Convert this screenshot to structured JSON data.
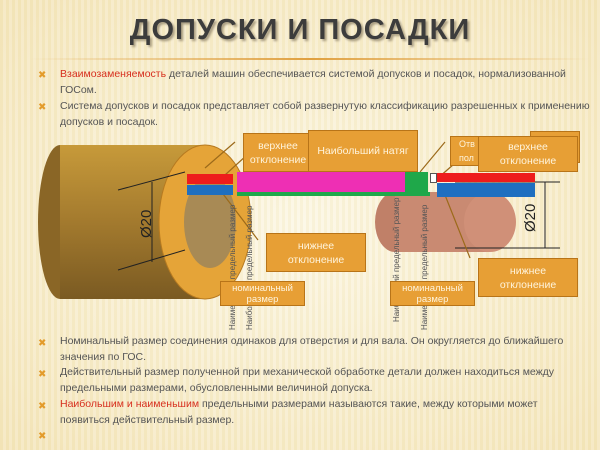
{
  "title": "ДОПУСКИ И ПОСАДКИ",
  "bullets_top": [
    {
      "highlight": "Взаимозаменяемость",
      "text": " деталей машин обеспечивается системой допусков и посадок, нормализованной ГОСом."
    },
    {
      "highlight": "",
      "text": "Система допусков и посадок представляет собой развернутую классификацию разрешенных к применению допусков и посадок."
    }
  ],
  "diagram": {
    "upper_deviation": "верхнее отклонение",
    "lower_deviation": "нижнее отклонение",
    "max_interference": "Наибольший натяг",
    "hidden_box_line1": "Отв",
    "hidden_box_line2": "пол",
    "nominal_size": "номинальный размер",
    "min_limit": "Наименьший предельный размер",
    "max_limit": "Наибольший предельный размер",
    "diameter": "Ø20",
    "colors": {
      "red": "#ee1c1c",
      "blue": "#1f6fc0",
      "magenta": "#ee2fb4",
      "green": "#1fa84a",
      "box": "#e79f35",
      "shaft": "#c98a72"
    }
  },
  "bullets_bottom": [
    {
      "highlight": "",
      "text": "Номинальный размер соединения одинаков для отверстия и для вала. Он округляется до ближайшего значения по ГОС."
    },
    {
      "highlight": "",
      "text": "Действительный размер полученной при механической обработке детали должен находиться между предельными размерами, обусловленными величиной допуска."
    },
    {
      "highlight": "Наибольшим и наименьшим",
      "text": " предельными размерами называются такие, между которыми может появиться действительный размер."
    },
    {
      "highlight": "",
      "text": ""
    }
  ]
}
